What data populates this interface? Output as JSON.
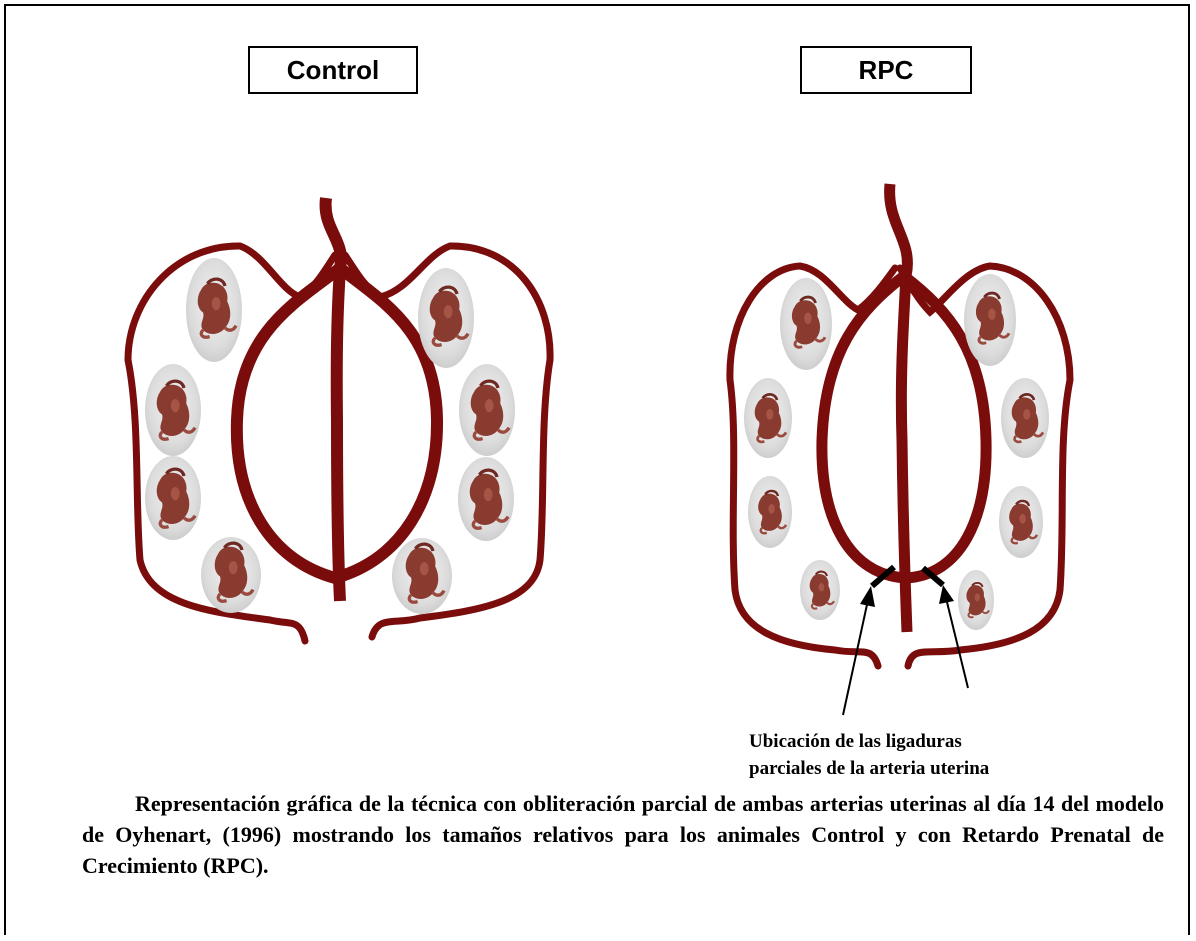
{
  "panels": {
    "control_label": "Control",
    "rpc_label": "RPC"
  },
  "annotation": {
    "line1": "Ubicación de las ligaduras",
    "line2": "parciales de la arteria uterina"
  },
  "caption": "Representación gráfica de la técnica con obliteración parcial de ambas arterias uterinas al día 14 del modelo de  Oyhenart, (1996) mostrando los tamaños relativos para los animales Control y con Retardo Prenatal de Crecimiento (RPC).",
  "colors": {
    "artery": "#7a0c0c",
    "fetus": "#8a3b30",
    "sac": "#d9d9d9",
    "ligature": "#000000"
  }
}
